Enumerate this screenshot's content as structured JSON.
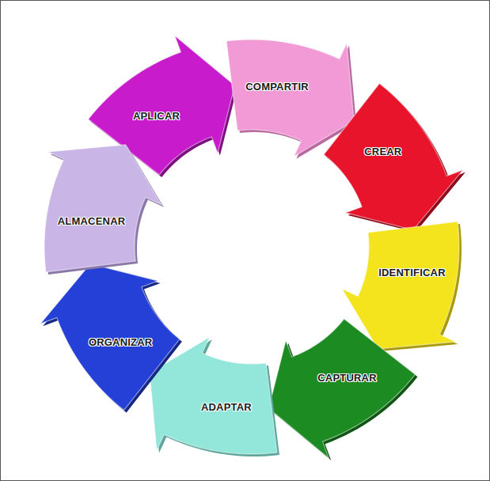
{
  "diagram": {
    "nodes": [
      {
        "text": [
          "APLICAR"
        ]
      },
      {
        "text": [
          "COMPARTIR"
        ]
      },
      {
        "text": [
          "CREAR"
        ]
      },
      {
        "text": [
          "IDENTIFICAR"
        ]
      },
      {
        "text": [
          "CAPTURAR"
        ]
      },
      {
        "text": [
          "ADAPTAR"
        ]
      },
      {
        "text": [
          "ORGANIZAR"
        ]
      },
      {
        "text": [
          "ALMACENAR"
        ]
      }
    ]
  }
}
